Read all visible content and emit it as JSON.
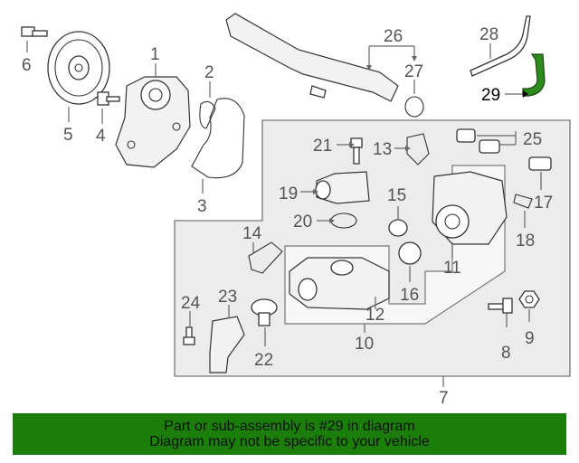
{
  "callouts": [
    {
      "id": "c1",
      "text": "1"
    },
    {
      "id": "c2",
      "text": "2"
    },
    {
      "id": "c3",
      "text": "3"
    },
    {
      "id": "c4",
      "text": "4"
    },
    {
      "id": "c5",
      "text": "5"
    },
    {
      "id": "c6",
      "text": "6"
    },
    {
      "id": "c7",
      "text": "7"
    },
    {
      "id": "c8",
      "text": "8"
    },
    {
      "id": "c9",
      "text": "9"
    },
    {
      "id": "c10",
      "text": "10"
    },
    {
      "id": "c11",
      "text": "11"
    },
    {
      "id": "c12",
      "text": "12"
    },
    {
      "id": "c13",
      "text": "13"
    },
    {
      "id": "c14",
      "text": "14"
    },
    {
      "id": "c15",
      "text": "15"
    },
    {
      "id": "c16",
      "text": "16"
    },
    {
      "id": "c17",
      "text": "17"
    },
    {
      "id": "c18",
      "text": "18"
    },
    {
      "id": "c19",
      "text": "19"
    },
    {
      "id": "c20",
      "text": "20"
    },
    {
      "id": "c21",
      "text": "21"
    },
    {
      "id": "c22",
      "text": "22"
    },
    {
      "id": "c23",
      "text": "23"
    },
    {
      "id": "c24",
      "text": "24"
    },
    {
      "id": "c25",
      "text": "25"
    },
    {
      "id": "c26",
      "text": "26"
    },
    {
      "id": "c27",
      "text": "27"
    },
    {
      "id": "c28",
      "text": "28"
    },
    {
      "id": "c29",
      "text": "29"
    }
  ],
  "highlight_color": "#2e8b1e",
  "footer": {
    "line1": "Part or sub-assembly is #29 in diagram",
    "line2": "Diagram may not be specific to your vehicle",
    "background": "#1b7d0a"
  }
}
